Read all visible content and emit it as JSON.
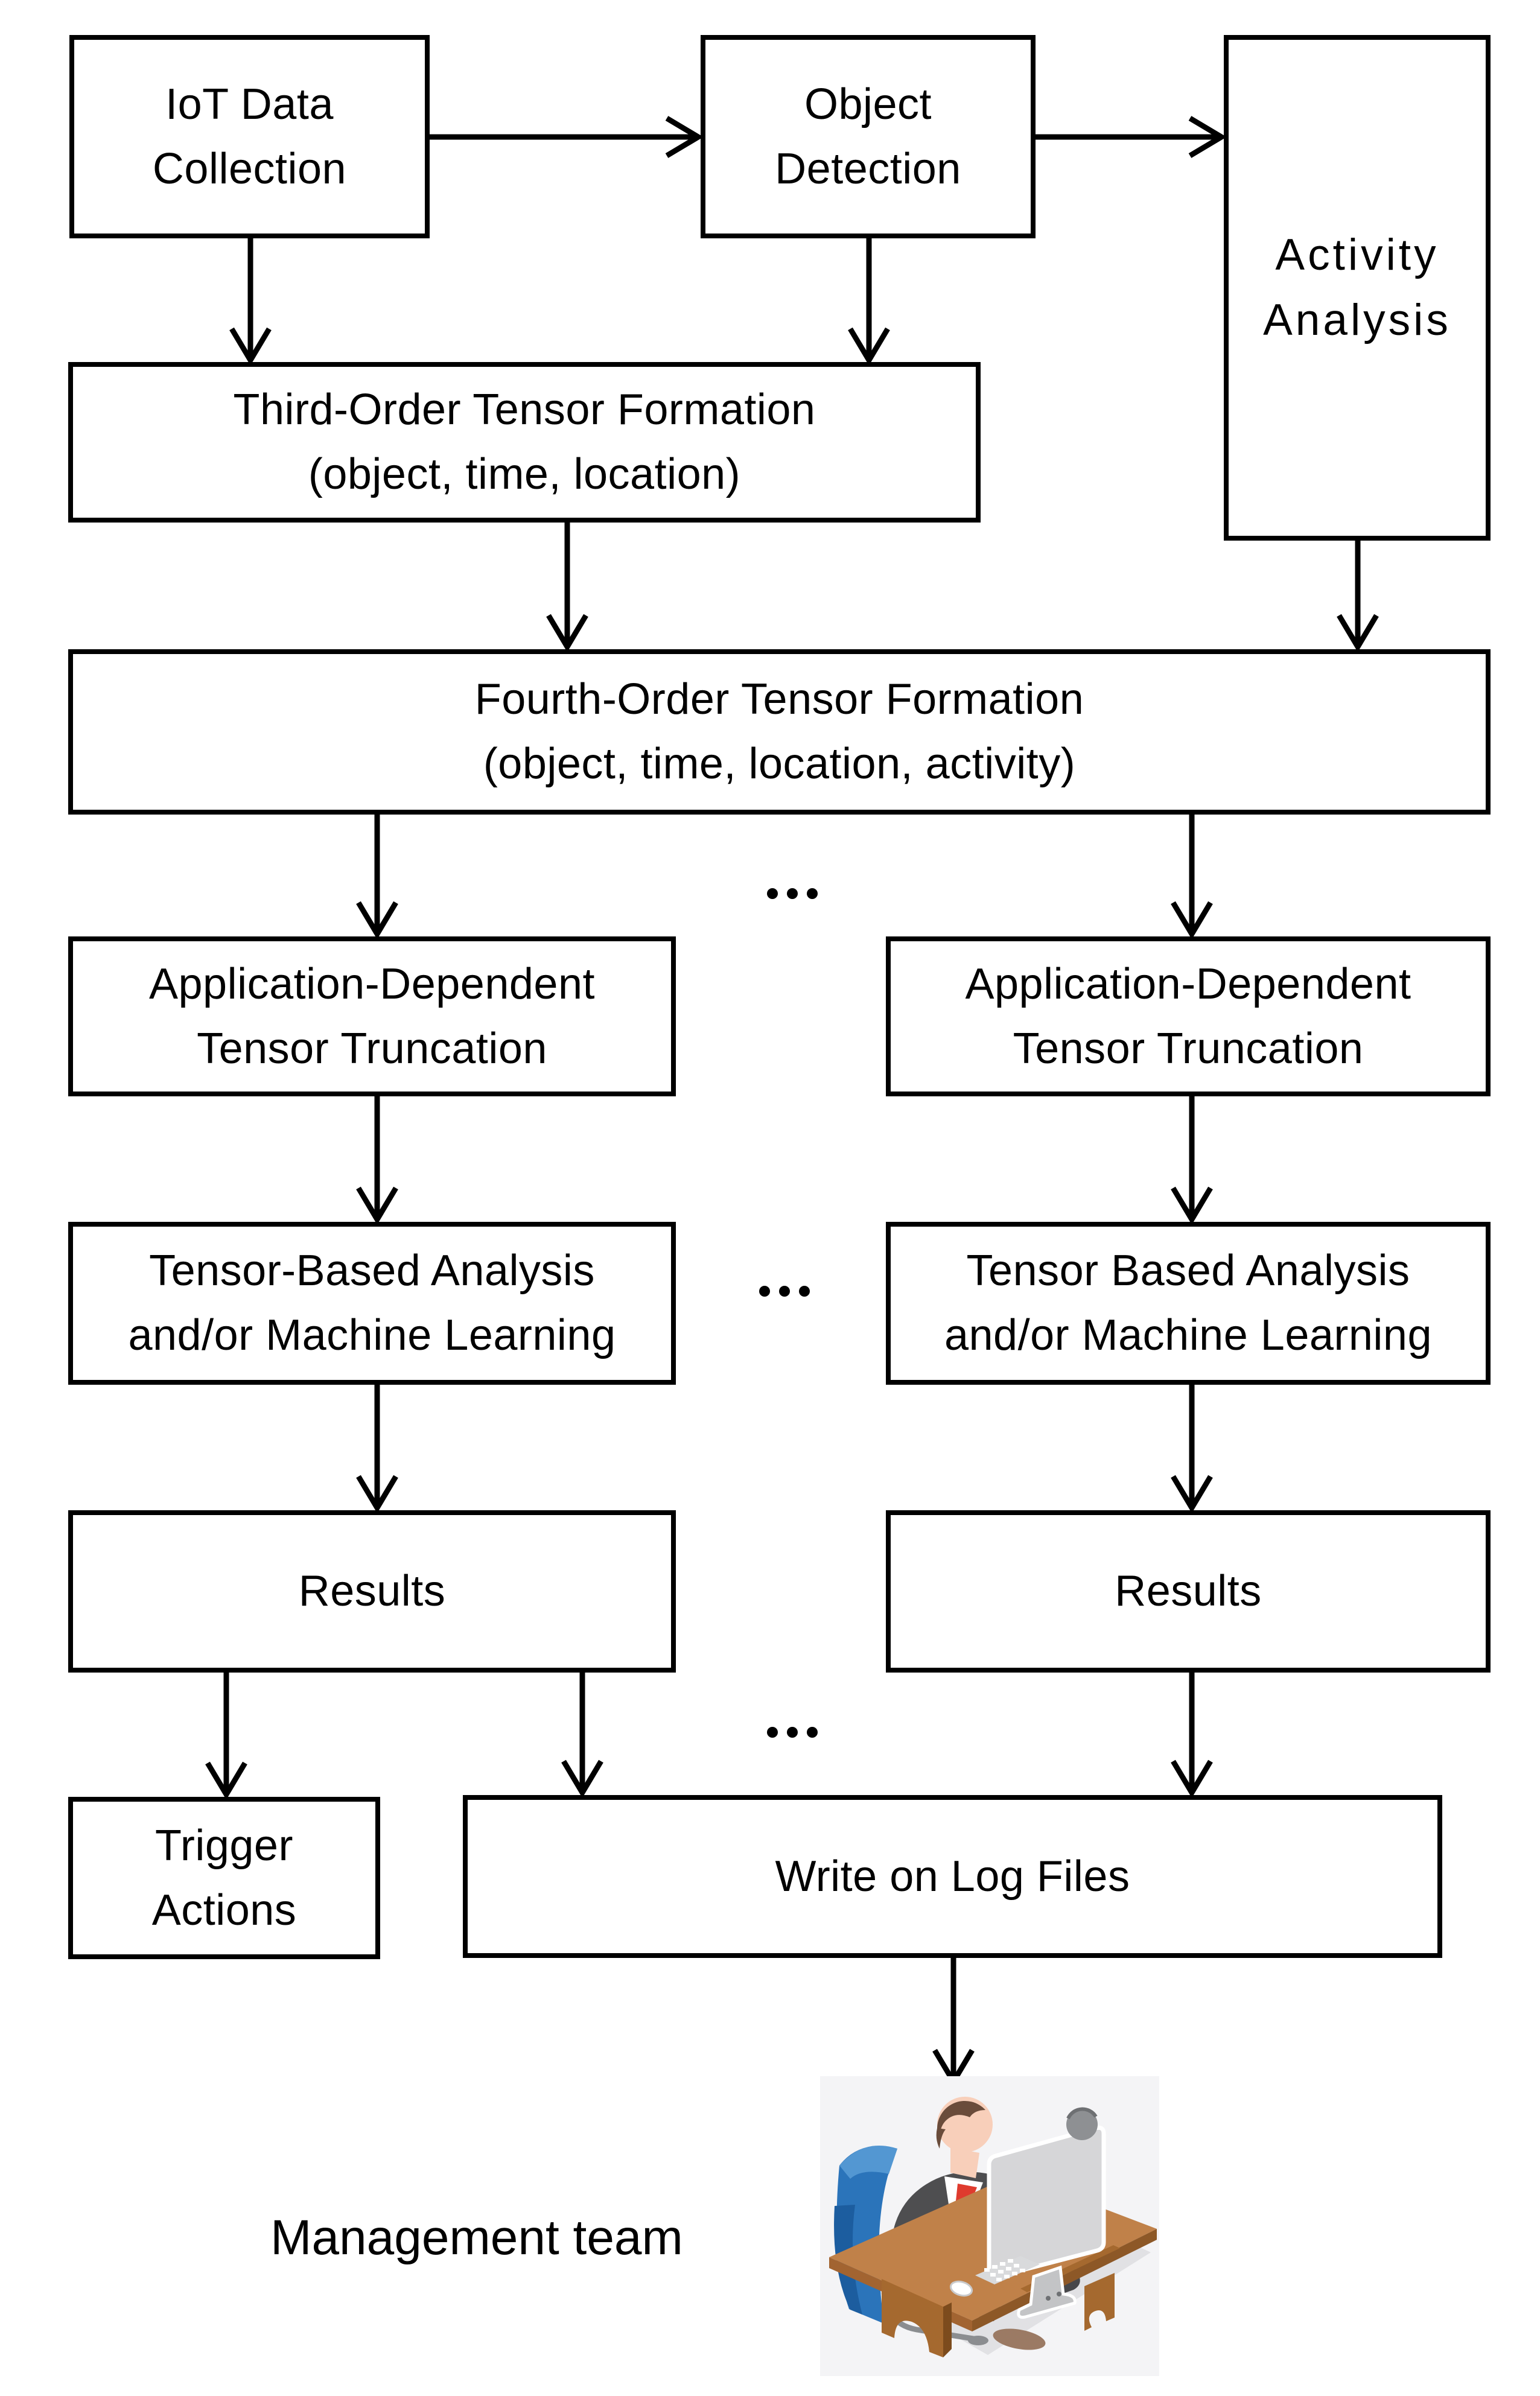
{
  "nodes": {
    "iot": {
      "lines": [
        "IoT Data",
        "Collection"
      ]
    },
    "object_detection": {
      "lines": [
        "Object",
        "Detection"
      ]
    },
    "activity_analysis": {
      "lines": [
        "Activity",
        "Analysis"
      ]
    },
    "third_order": {
      "lines": [
        "Third-Order Tensor Formation",
        "(object, time, location)"
      ]
    },
    "fourth_order": {
      "lines": [
        "Fourth-Order Tensor Formation",
        "(object, time, location, activity)"
      ]
    },
    "app_truncation_left": {
      "lines": [
        "Application-Dependent",
        "Tensor Truncation"
      ]
    },
    "app_truncation_right": {
      "lines": [
        "Application-Dependent",
        "Tensor Truncation"
      ]
    },
    "tensor_analysis_left": {
      "lines": [
        "Tensor-Based Analysis",
        "and/or Machine Learning"
      ]
    },
    "tensor_analysis_right": {
      "lines": [
        "Tensor Based Analysis",
        "and/or Machine Learning"
      ]
    },
    "results_left": {
      "lines": [
        "Results"
      ]
    },
    "results_right": {
      "lines": [
        "Results"
      ]
    },
    "trigger_actions": {
      "lines": [
        "Trigger",
        "Actions"
      ]
    },
    "write_log": {
      "lines": [
        "Write on Log Files"
      ]
    }
  },
  "ellipsis": "...",
  "management_team_label": "Management team",
  "line_color": "#000000",
  "illustration": {
    "name": "management-team-person-at-desk",
    "colors": {
      "background": "#f4f4f6",
      "floor_shadow": "#e1e1e4",
      "chair": "#2b74ba",
      "chair_highlight": "#5397d2",
      "chair_shade": "#1c5d9f",
      "suit": "#4e4e50",
      "shirt": "#ffffff",
      "tie": "#df3b2e",
      "skin": "#f8cfba",
      "hair": "#6a4c3b",
      "desk_top": "#c08149",
      "desk_edge": "#8d5827",
      "desk_leg": "#a5692f",
      "monitor": "#d6d6d8",
      "stand": "#c3c4c6",
      "webcam": "#8e9093",
      "keyboard": "#d9dadc",
      "shoe": "#9b7a64"
    }
  }
}
